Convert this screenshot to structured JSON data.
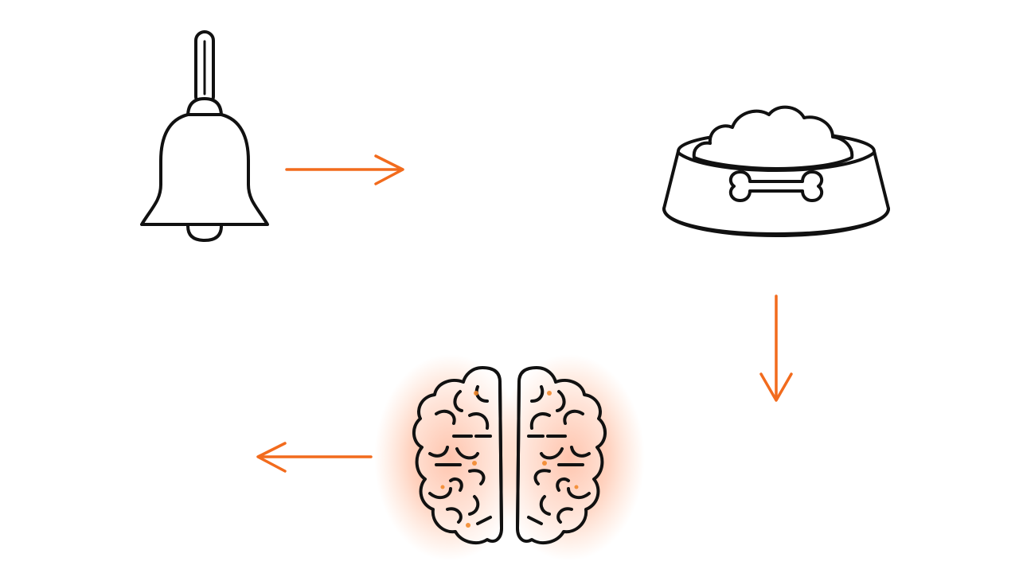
{
  "colors": {
    "line": "#111111",
    "accent": "#f26b1d",
    "glow": "#ff5a1a",
    "background": "#ffffff"
  },
  "diagram": {
    "nodes": [
      {
        "id": "bell",
        "icon": "bell-icon"
      },
      {
        "id": "food-bowl",
        "icon": "dog-food-bowl-icon"
      },
      {
        "id": "brain",
        "icon": "brain-icon"
      }
    ],
    "arrows": [
      {
        "from": "bell",
        "to": "food-bowl",
        "direction": "right"
      },
      {
        "from": "food-bowl",
        "to": "brain",
        "direction": "down"
      },
      {
        "from": "brain",
        "to": "",
        "direction": "left"
      }
    ]
  }
}
